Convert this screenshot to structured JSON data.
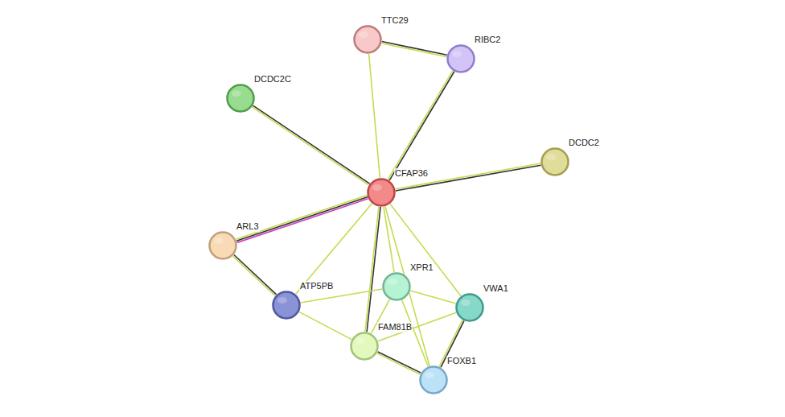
{
  "diagram": {
    "nodes": [
      {
        "text": [
          "TTC29"
        ]
      },
      {
        "text": [
          "RIBC2"
        ]
      },
      {
        "text": [
          "DCDC2C"
        ]
      },
      {
        "text": [
          "DCDC2"
        ]
      },
      {
        "text": [
          "CFAP36"
        ]
      },
      {
        "text": [
          "ARL3"
        ]
      },
      {
        "text": [
          "XPR1"
        ]
      },
      {
        "text": [
          "ATP5PB"
        ]
      },
      {
        "text": [
          "VWA1"
        ]
      },
      {
        "text": [
          "FAM81B"
        ]
      },
      {
        "text": [
          "FOXB1"
        ]
      }
    ],
    "edges": [
      {
        "from": 0,
        "to": 1,
        "arrow": "none"
      },
      {
        "from": 0,
        "to": 4,
        "arrow": "none"
      },
      {
        "from": 1,
        "to": 4,
        "arrow": "none"
      },
      {
        "from": 2,
        "to": 4,
        "arrow": "none"
      },
      {
        "from": 3,
        "to": 4,
        "arrow": "none"
      },
      {
        "from": 4,
        "to": 5,
        "arrow": "none"
      },
      {
        "from": 4,
        "to": 7,
        "arrow": "none"
      },
      {
        "from": 4,
        "to": 6,
        "arrow": "none"
      },
      {
        "from": 4,
        "to": 8,
        "arrow": "none"
      },
      {
        "from": 4,
        "to": 9,
        "arrow": "none"
      },
      {
        "from": 4,
        "to": 10,
        "arrow": "none"
      },
      {
        "from": 5,
        "to": 7,
        "arrow": "none"
      },
      {
        "from": 7,
        "to": 6,
        "arrow": "none"
      },
      {
        "from": 7,
        "to": 9,
        "arrow": "none"
      },
      {
        "from": 6,
        "to": 8,
        "arrow": "none"
      },
      {
        "from": 6,
        "to": 9,
        "arrow": "none"
      },
      {
        "from": 6,
        "to": 10,
        "arrow": "none"
      },
      {
        "from": 8,
        "to": 9,
        "arrow": "none"
      },
      {
        "from": 8,
        "to": 10,
        "arrow": "none"
      },
      {
        "from": 9,
        "to": 10,
        "arrow": "none"
      }
    ]
  }
}
